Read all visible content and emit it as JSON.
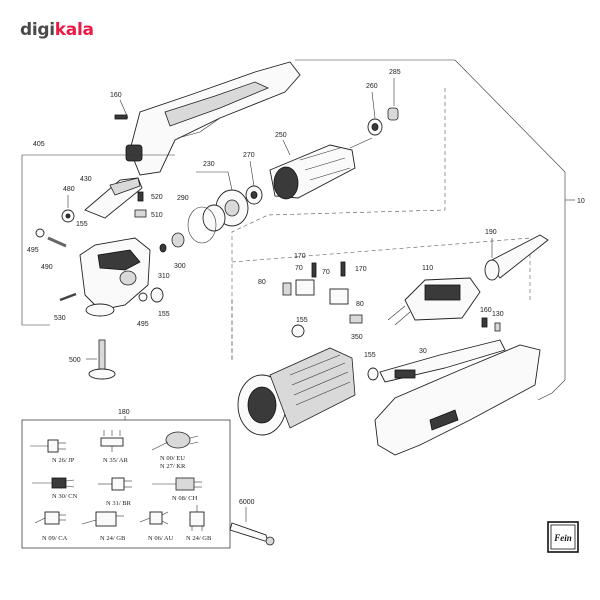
{
  "brand": {
    "name": "digikala",
    "digi": "digi",
    "kala": "kala",
    "color": "#ed1944"
  },
  "parts": {
    "p160a": "160",
    "p285": "285",
    "p260": "260",
    "p250": "250",
    "p405": "405",
    "p230": "230",
    "p270": "270",
    "p10": "10",
    "p480": "480",
    "p430": "430",
    "p520": "520",
    "p510": "510",
    "p290": "290",
    "p155a": "155",
    "p495a": "495",
    "p490": "490",
    "p300": "300",
    "p310": "310",
    "p155b": "155",
    "p530": "530",
    "p495b": "495",
    "p190": "190",
    "p170a": "170",
    "p70a": "70",
    "p70b": "70",
    "p170b": "170",
    "p110": "110",
    "p80a": "80",
    "p80b": "80",
    "p155c": "155",
    "p160b": "160",
    "p130": "130",
    "p350": "350",
    "p155d": "155",
    "p500": "500",
    "p30": "30",
    "p180": "180",
    "p6000": "6000"
  },
  "plugs": {
    "n26": "N 26/ JP",
    "n35": "N 35/ AR",
    "n00": "N 00/ EU",
    "n27": "N 27/ KR",
    "n30": "N 30/ CN",
    "n08": "N 08/ CH",
    "n31": "N 31/ BR",
    "n09": "N 09/ CA",
    "n24gb_a": "N 24/ GB",
    "n06": "N 06/ AU",
    "n24gb_b": "N 24/ GB"
  },
  "manufacturer_logo": "Fein"
}
